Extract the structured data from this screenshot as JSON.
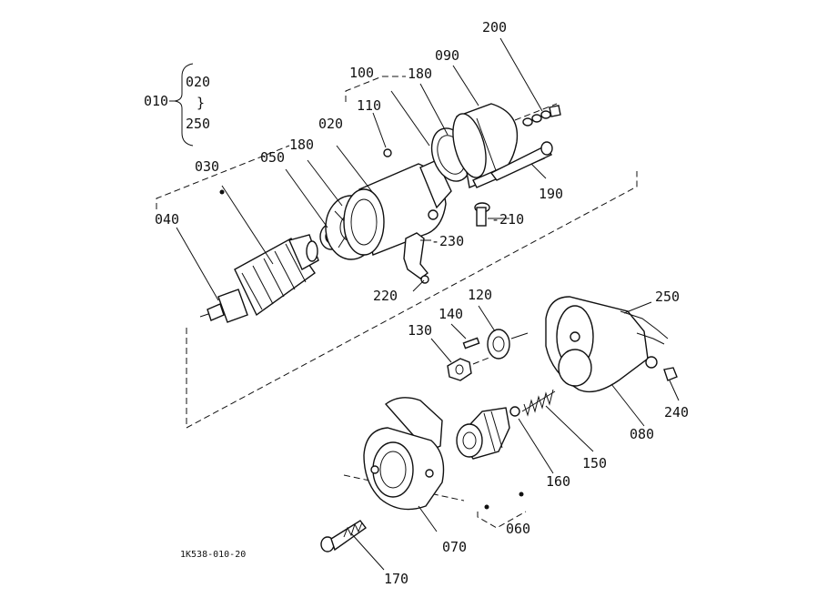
{
  "drawing": {
    "code": "1K538-010-20",
    "group_010": {
      "label": "010",
      "range_start": "020",
      "range_tilde": "}",
      "range_end": "250"
    }
  },
  "callouts": [
    {
      "id": "c030",
      "text": "030"
    },
    {
      "id": "c040",
      "text": "040"
    },
    {
      "id": "c050",
      "text": "050"
    },
    {
      "id": "c180a",
      "text": "180"
    },
    {
      "id": "c020",
      "text": "020"
    },
    {
      "id": "c110",
      "text": "110"
    },
    {
      "id": "c100",
      "text": "100"
    },
    {
      "id": "c180b",
      "text": "180"
    },
    {
      "id": "c090",
      "text": "090"
    },
    {
      "id": "c200",
      "text": "200"
    },
    {
      "id": "c190",
      "text": "190"
    },
    {
      "id": "c210",
      "text": "-210"
    },
    {
      "id": "c230",
      "text": "-230"
    },
    {
      "id": "c220",
      "text": "220"
    },
    {
      "id": "c120",
      "text": "120"
    },
    {
      "id": "c140",
      "text": "140"
    },
    {
      "id": "c130",
      "text": "130"
    },
    {
      "id": "c250",
      "text": "250"
    },
    {
      "id": "c240",
      "text": "240"
    },
    {
      "id": "c080",
      "text": "080"
    },
    {
      "id": "c150",
      "text": "150"
    },
    {
      "id": "c160",
      "text": "160"
    },
    {
      "id": "c060",
      "text": "060"
    },
    {
      "id": "c070",
      "text": "070"
    },
    {
      "id": "c170",
      "text": "170"
    }
  ]
}
